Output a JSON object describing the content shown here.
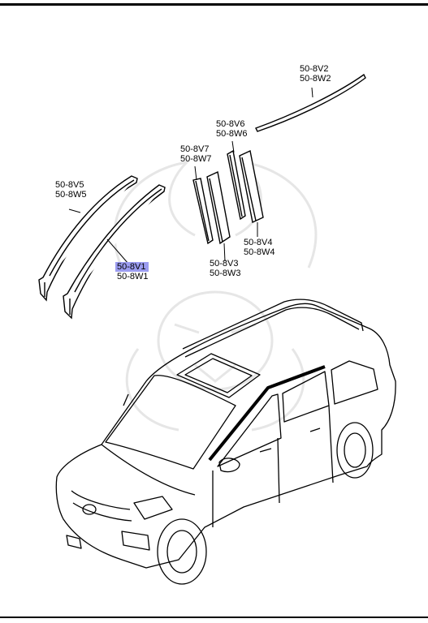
{
  "callouts": [
    {
      "id": "v2",
      "codes": [
        "50-8V2",
        "50-8W2"
      ]
    },
    {
      "id": "v6",
      "codes": [
        "50-8V6",
        "50-8W6"
      ]
    },
    {
      "id": "v7",
      "codes": [
        "50-8V7",
        "50-8W7"
      ]
    },
    {
      "id": "v5",
      "codes": [
        "50-8V5",
        "50-8W5"
      ]
    },
    {
      "id": "v4",
      "codes": [
        "50-8V4",
        "50-8W4"
      ]
    },
    {
      "id": "v3",
      "codes": [
        "50-8V3",
        "50-8W3"
      ]
    },
    {
      "id": "v1",
      "codes": [
        "50-8V1",
        "50-8W1"
      ],
      "highlighted": true
    }
  ],
  "colors": {
    "highlight": "#9b9cf0",
    "line": "#000000",
    "watermark": "#e6e6e6"
  }
}
